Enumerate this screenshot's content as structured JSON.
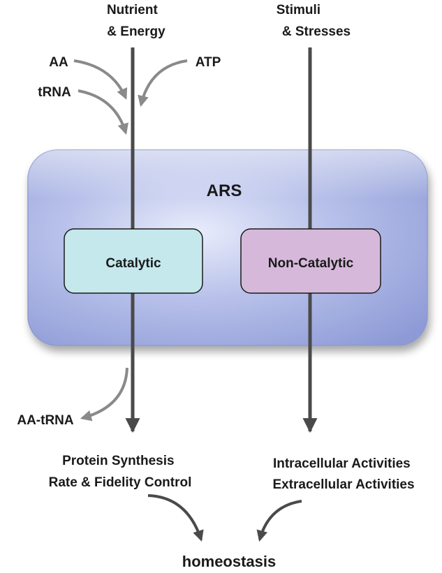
{
  "inputs": {
    "nutrient_line1": "Nutrient",
    "nutrient_line2": "& Energy",
    "stimuli_line1": "Stimuli",
    "stimuli_line2": "& Stresses",
    "aa": "AA",
    "trna": "tRNA",
    "atp": "ATP"
  },
  "ars": {
    "title": "ARS",
    "catalytic": "Catalytic",
    "non_catalytic": "Non-Catalytic"
  },
  "outputs": {
    "aa_trna": "AA-tRNA",
    "protein_line1": "Protein Synthesis",
    "protein_line2": "Rate & Fidelity Control",
    "intracellular": "Intracellular Activities",
    "extracellular": "Extracellular Activities",
    "homeostasis": "homeostasis"
  },
  "colors": {
    "ars_fill": "#a9b3e2",
    "catalytic_fill": "#c4e8ec",
    "non_catalytic_fill": "#d6b9da",
    "main_arrow": "#4a4a4a",
    "side_arrow": "#8a8a8a"
  }
}
